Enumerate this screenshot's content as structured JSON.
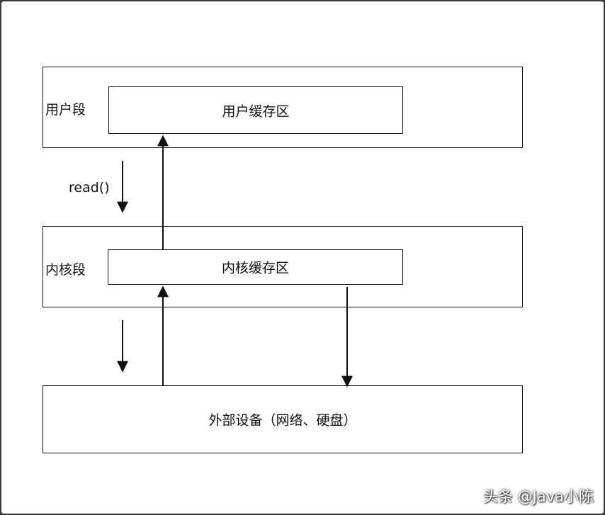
{
  "user_segment": {
    "label": "用户段",
    "buffer_label": "用户缓存区"
  },
  "kernel_segment": {
    "label": "内核段",
    "buffer_label": "内核缓存区"
  },
  "call_label": "read()",
  "device": {
    "label": "外部设备（网络、硬盘）"
  },
  "watermark": "头条 @Java小陈",
  "colors": {
    "line": "#111111",
    "background": "#ffffff",
    "frame": "#3a3a3a"
  }
}
